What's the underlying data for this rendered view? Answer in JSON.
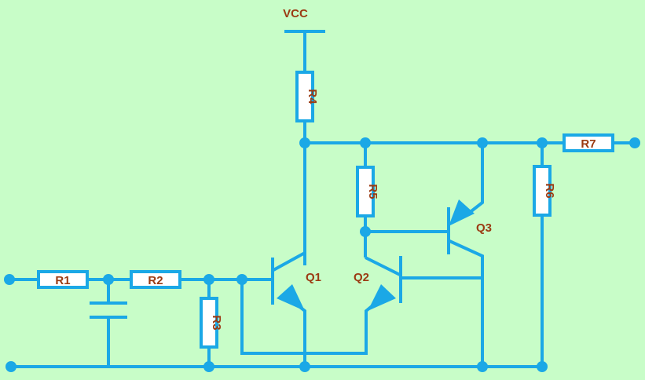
{
  "diagram": {
    "supply_label": "VCC",
    "resistors": {
      "r1": "R1",
      "r2": "R2",
      "r3": "R3",
      "r4": "R4",
      "r5": "R5",
      "r6": "R6",
      "r7": "R7"
    },
    "transistors": {
      "q1": "Q1",
      "q2": "Q2",
      "q3": "Q3"
    }
  },
  "colors": {
    "background": "#c8fdc8",
    "wire": "#1ba8e6",
    "label": "#9b3a12",
    "resistor_fill": "#ffffff"
  }
}
